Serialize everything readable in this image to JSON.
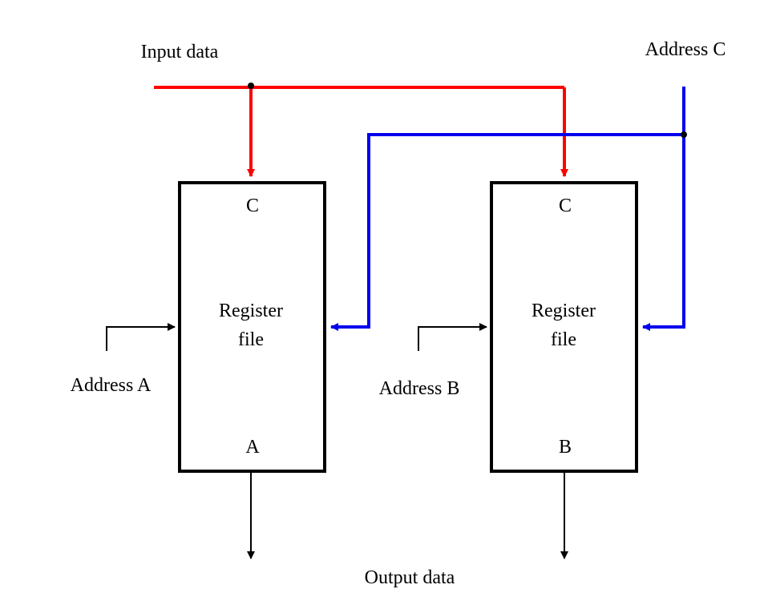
{
  "labels": {
    "input_data": "Input data",
    "address_c": "Address C",
    "address_a": "Address A",
    "address_b": "Address B",
    "output_data": "Output data"
  },
  "register_files": [
    {
      "top_port": "C",
      "name_line1": "Register",
      "name_line2": "file",
      "bottom_port": "A"
    },
    {
      "top_port": "C",
      "name_line1": "Register",
      "name_line2": "file",
      "bottom_port": "B"
    }
  ],
  "colors": {
    "input_data_bus": "#ff0000",
    "address_c_bus": "#0000ee",
    "outline": "#000000"
  }
}
